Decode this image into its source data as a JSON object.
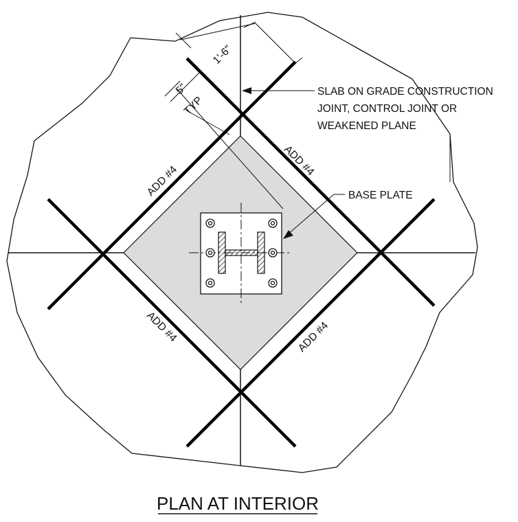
{
  "title": "PLAN AT INTERIOR",
  "callouts": {
    "joint_line1": "SLAB ON GRADE CONSTRUCTION",
    "joint_line2": "JOINT, CONTROL JOINT OR",
    "joint_line3": "WEAKENED PLANE",
    "base_plate": "BASE PLATE"
  },
  "dimensions": {
    "offset": "1'-6\"",
    "edge": "5\"",
    "typ": "TYP"
  },
  "rebar_labels": {
    "upper_left": "ADD #4",
    "upper_right": "ADD #4",
    "lower_left": "ADD #4",
    "lower_right": "ADD #4"
  },
  "colors": {
    "line": "#111111",
    "fill": "#dcdcdc"
  }
}
